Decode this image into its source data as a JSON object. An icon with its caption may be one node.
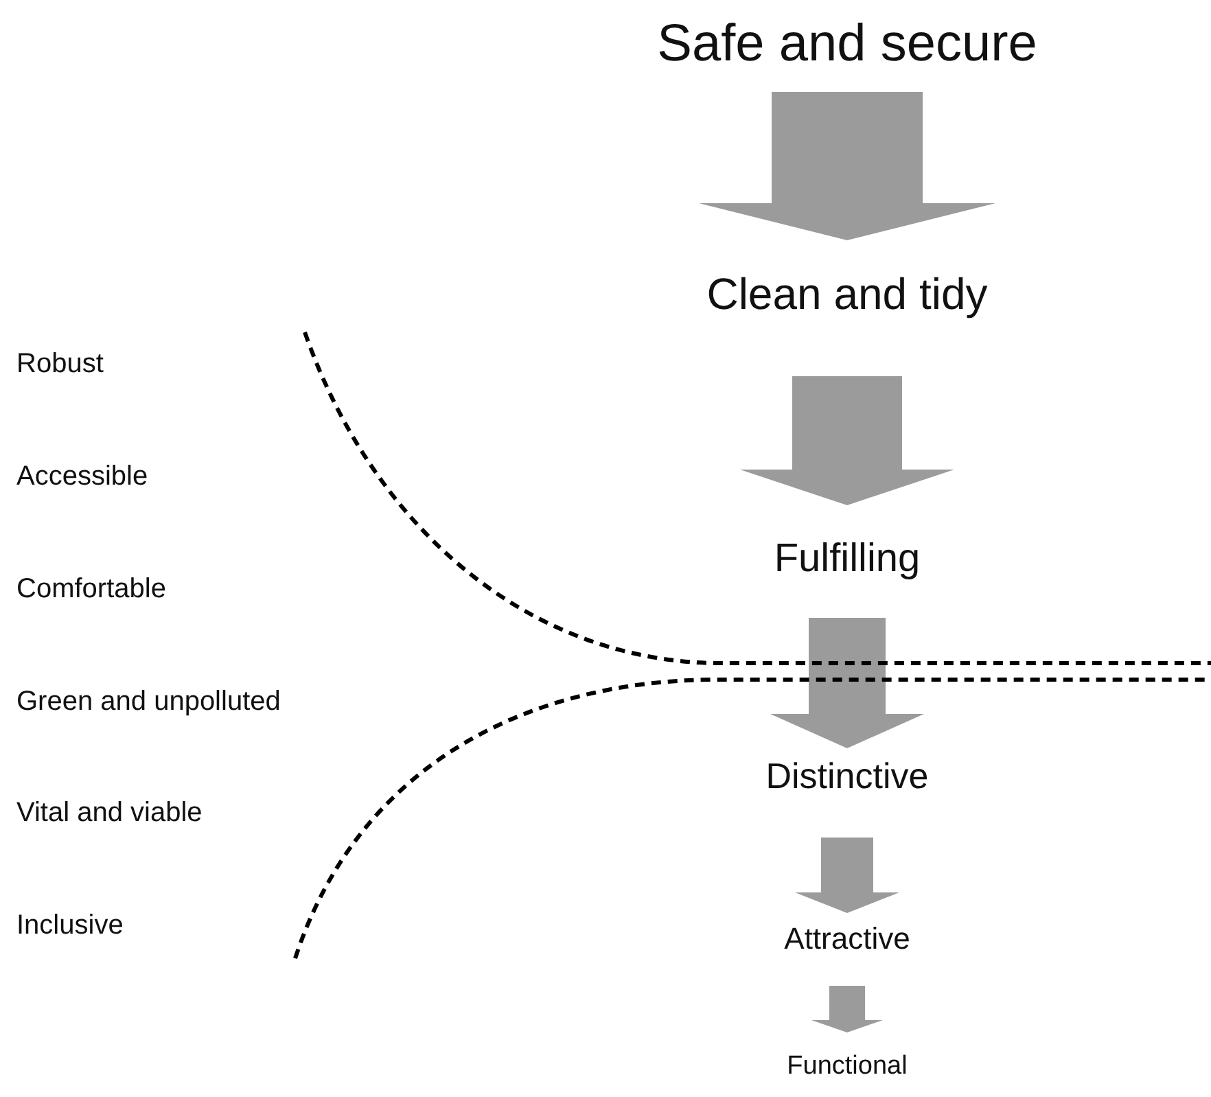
{
  "diagram": {
    "nodes": [
      {
        "text": [
          "Safe and secure"
        ]
      },
      {
        "text": [
          "Clean and tidy"
        ]
      },
      {
        "text": [
          "Fulfilling"
        ]
      },
      {
        "text": [
          "Distinctive"
        ]
      },
      {
        "text": [
          "Attractive"
        ]
      },
      {
        "text": [
          "Functional"
        ]
      }
    ],
    "edges": [
      {
        "from": 0,
        "to": 1,
        "arrow": "to",
        "style": "thick"
      },
      {
        "from": 1,
        "to": 2,
        "arrow": "to",
        "style": "thick"
      },
      {
        "from": 2,
        "to": 3,
        "arrow": "to",
        "style": "thick"
      },
      {
        "from": 3,
        "to": 4,
        "arrow": "to",
        "style": "thick"
      },
      {
        "from": 4,
        "to": 5,
        "arrow": "to",
        "style": "thick"
      }
    ],
    "labels": [
      "Robust",
      "Accessible",
      "Comfortable",
      "Green and unpolluted",
      "Vital and viable",
      "Inclusive"
    ]
  }
}
